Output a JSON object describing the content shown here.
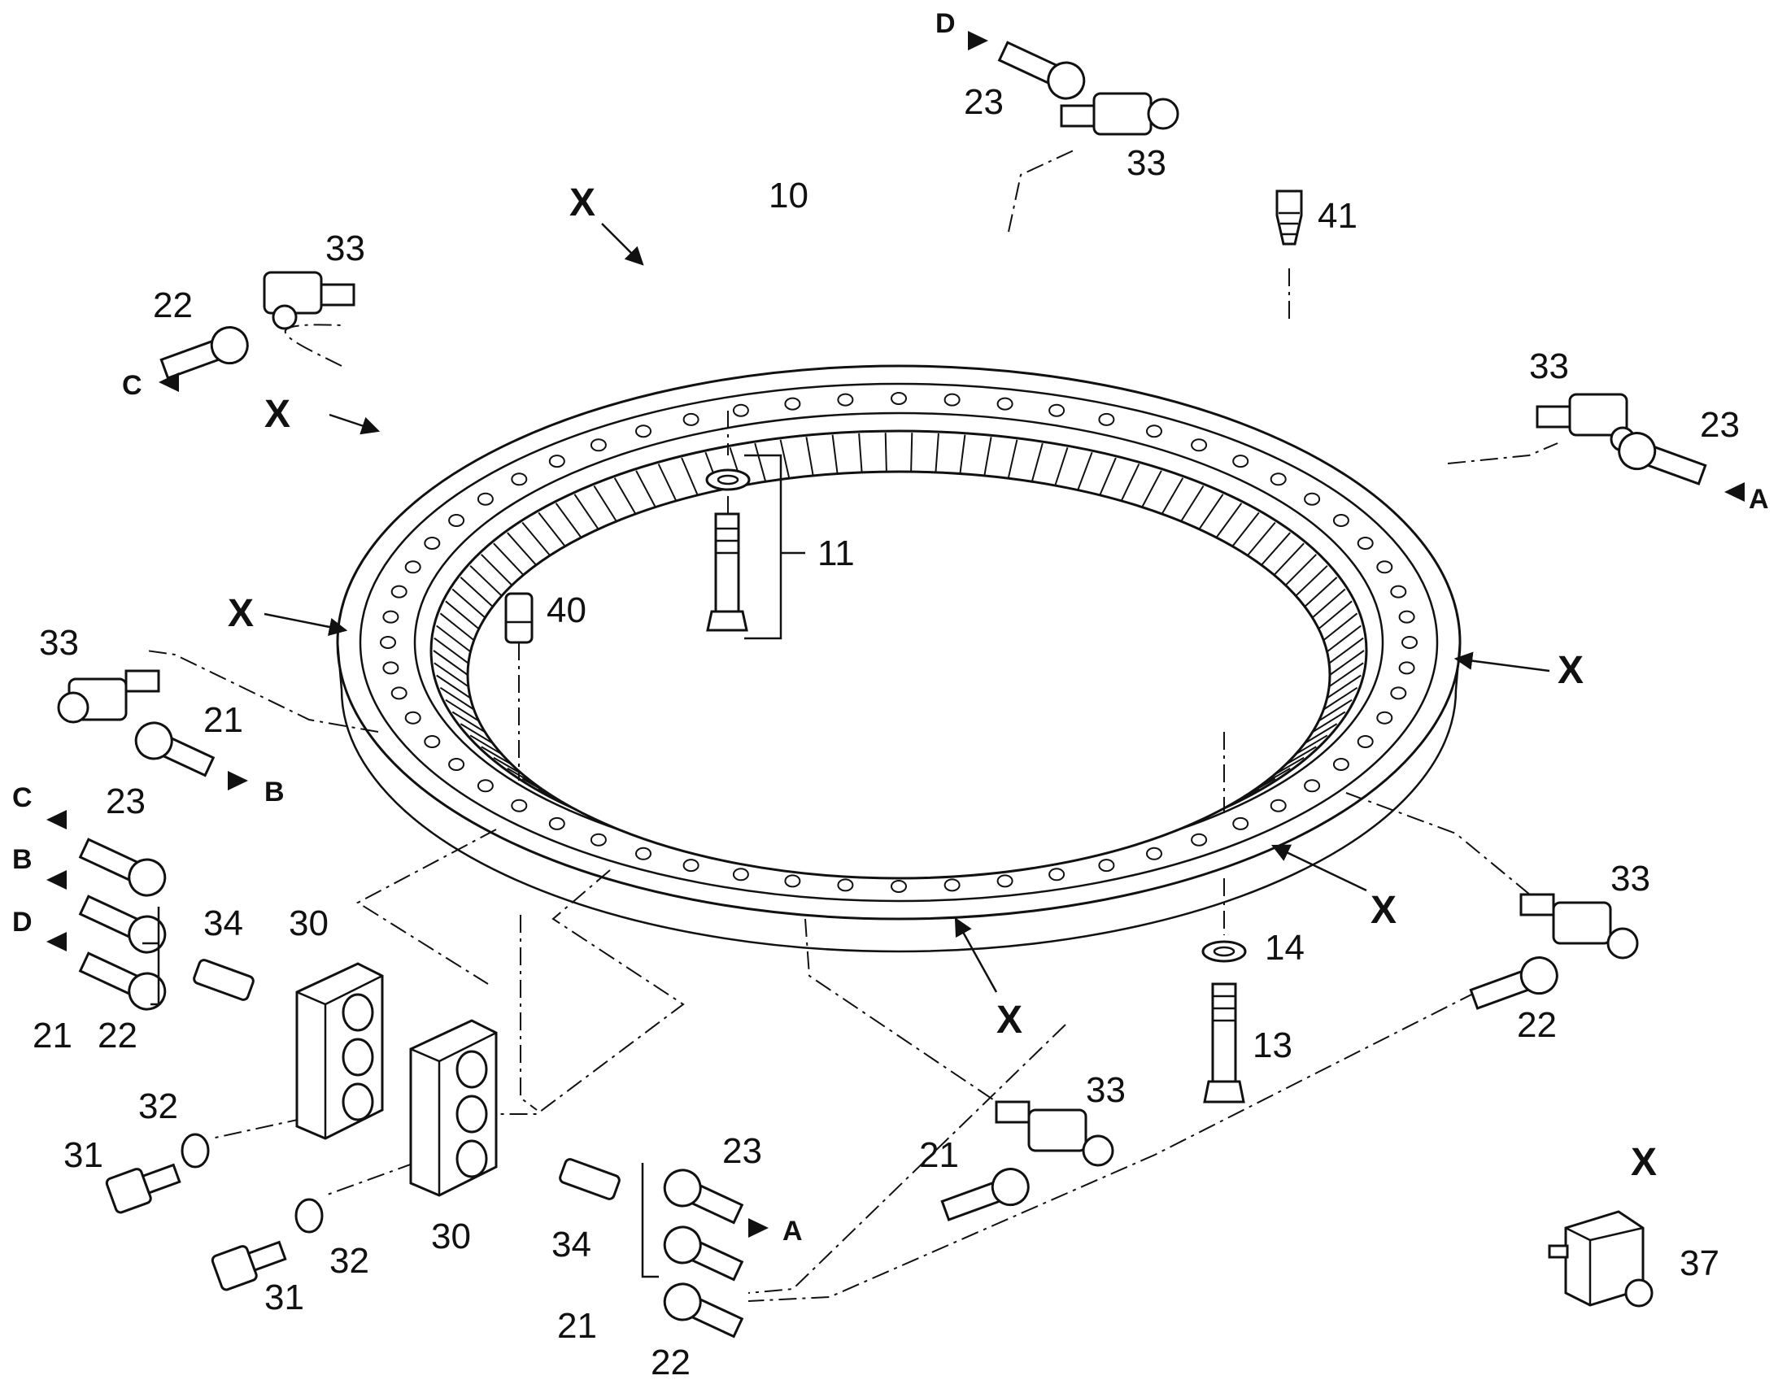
{
  "diagram": {
    "type": "exploded parts diagram",
    "view_marker": "X",
    "callouts": {
      "ring": "10",
      "bolt_set_upper": "11",
      "bolt_lower": "13",
      "washer_lower": "14",
      "hose_21": "21",
      "hose_22": "22",
      "hose_23": "23",
      "block": "30",
      "screw": "31",
      "washer_small": "32",
      "tee_fitting": "33",
      "adapter": "34",
      "plug_block": "37",
      "grease_plug": "40",
      "grease_nipple": "41"
    },
    "ports": {
      "a": "A",
      "b": "B",
      "c": "C",
      "d": "D"
    },
    "colors": {
      "line": "#111111",
      "background": "#ffffff"
    }
  }
}
